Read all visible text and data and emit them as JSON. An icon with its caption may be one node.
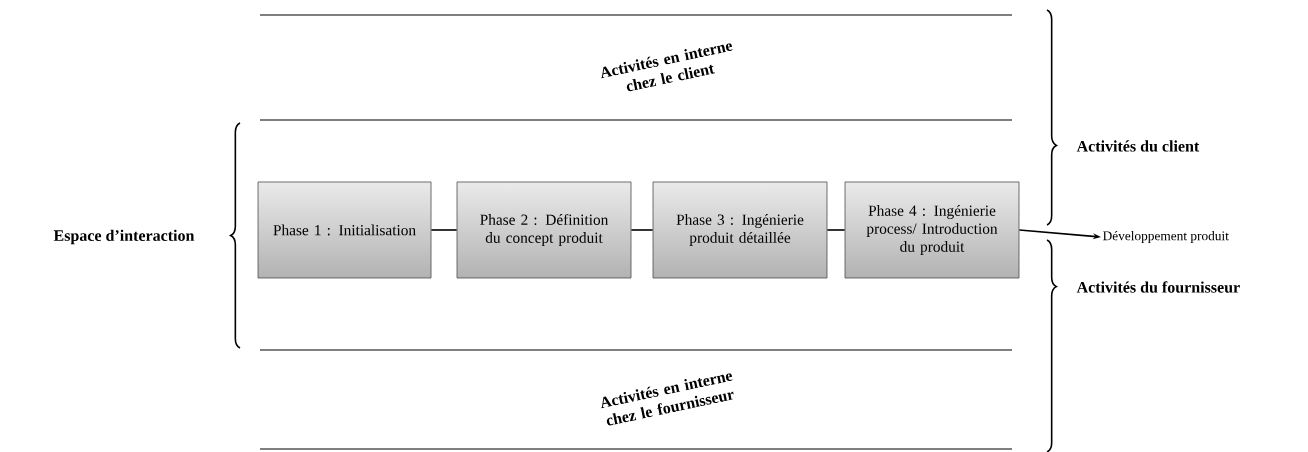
{
  "diagram": {
    "nodes": [
      {
        "text": [
          "Phase 1 : Initialisation"
        ]
      },
      {
        "text": [
          "Phase 2 : Définition du concept  produit"
        ]
      },
      {
        "text": [
          "Phase 3 : Ingénierie produit détaillée"
        ]
      },
      {
        "text": [
          "Phase 4 : Ingénierie process/ Introduction du produit"
        ]
      },
      {
        "text": [
          "Développement produit"
        ]
      }
    ],
    "edges": [
      {
        "from": 0,
        "to": 1,
        "arrow": "none"
      },
      {
        "from": 1,
        "to": 2,
        "arrow": "none"
      },
      {
        "from": 2,
        "to": 3,
        "arrow": "none"
      },
      {
        "from": 3,
        "to": 4,
        "arrow": "to"
      }
    ],
    "labels": [
      "Activités en interne chez le client",
      "Activités du client",
      "Espace d’interaction",
      "Activités du fournisseur",
      "Activités en interne chez le fournisseur"
    ]
  }
}
